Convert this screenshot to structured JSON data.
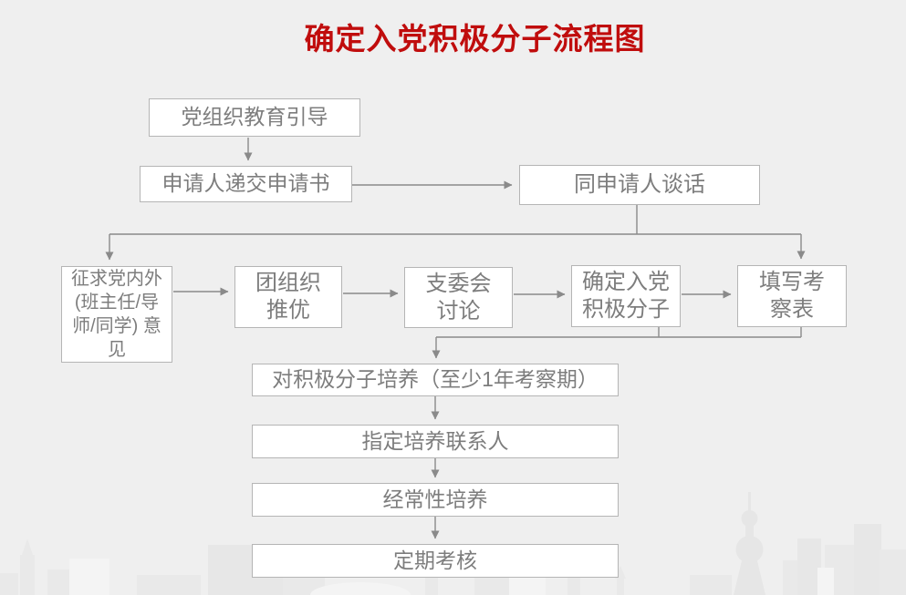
{
  "title": {
    "text": "确定入党积极分子流程图"
  },
  "flowchart": {
    "nodes": {
      "educate": {
        "label": "党组织教育引导"
      },
      "submit": {
        "label": "申请人递交申请书"
      },
      "talk": {
        "label": "同申请人谈话"
      },
      "opinions": {
        "label": "征求党内外\n(班主任/导\n师/同学) 意\n见"
      },
      "league": {
        "label": "团组织\n推优"
      },
      "committee": {
        "label": "支委会\n讨论"
      },
      "confirm": {
        "label": "确定入党\n积极分子"
      },
      "form": {
        "label": "填写考\n察表"
      },
      "cultivate": {
        "label": "对积极分子培养（至少1年考察期）"
      },
      "contacts": {
        "label": "指定培养联系人"
      },
      "regular": {
        "label": "经常性培养"
      },
      "assess": {
        "label": "定期考核"
      }
    },
    "edges": [
      {
        "from": "educate",
        "to": "submit"
      },
      {
        "from": "submit",
        "to": "talk"
      },
      {
        "from": "talk",
        "to": "opinions"
      },
      {
        "from": "talk",
        "to": "form"
      },
      {
        "from": "opinions",
        "to": "league"
      },
      {
        "from": "league",
        "to": "committee"
      },
      {
        "from": "committee",
        "to": "confirm"
      },
      {
        "from": "confirm",
        "to": "form"
      },
      {
        "from": "confirm",
        "to": "cultivate"
      },
      {
        "from": "form",
        "to": "cultivate"
      },
      {
        "from": "cultivate",
        "to": "contacts"
      },
      {
        "from": "contacts",
        "to": "regular"
      },
      {
        "from": "regular",
        "to": "assess"
      }
    ]
  },
  "colors": {
    "background": "#efefef",
    "title_red": "#c00d0d",
    "box_fill": "#ffffff",
    "box_border": "#b5b5b5",
    "box_text": "#7d7d7d",
    "connector": "#8a8a8a"
  }
}
